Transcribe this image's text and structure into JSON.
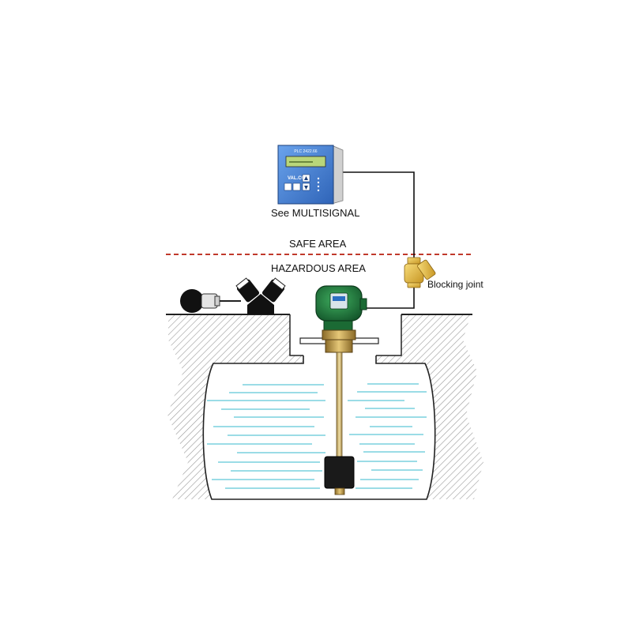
{
  "labels": {
    "see_multisignal": "See  MULTISIGNAL",
    "safe_area": "SAFE AREA",
    "hazardous_area": "HAZARDOUS AREA",
    "blocking_joint": "Blocking joint"
  },
  "controller_panel": {
    "header_text": "PLC 2422.66",
    "brand_text": "VAL.CO"
  },
  "colors": {
    "zone_divider": "#c0392b",
    "liquid_lines": "#5fc8d8",
    "sensor_head": "#1f7a3a",
    "controller_panel": "#3a78d0",
    "blocking_joint": "#e0b23a",
    "float": "#1a1a1a"
  }
}
